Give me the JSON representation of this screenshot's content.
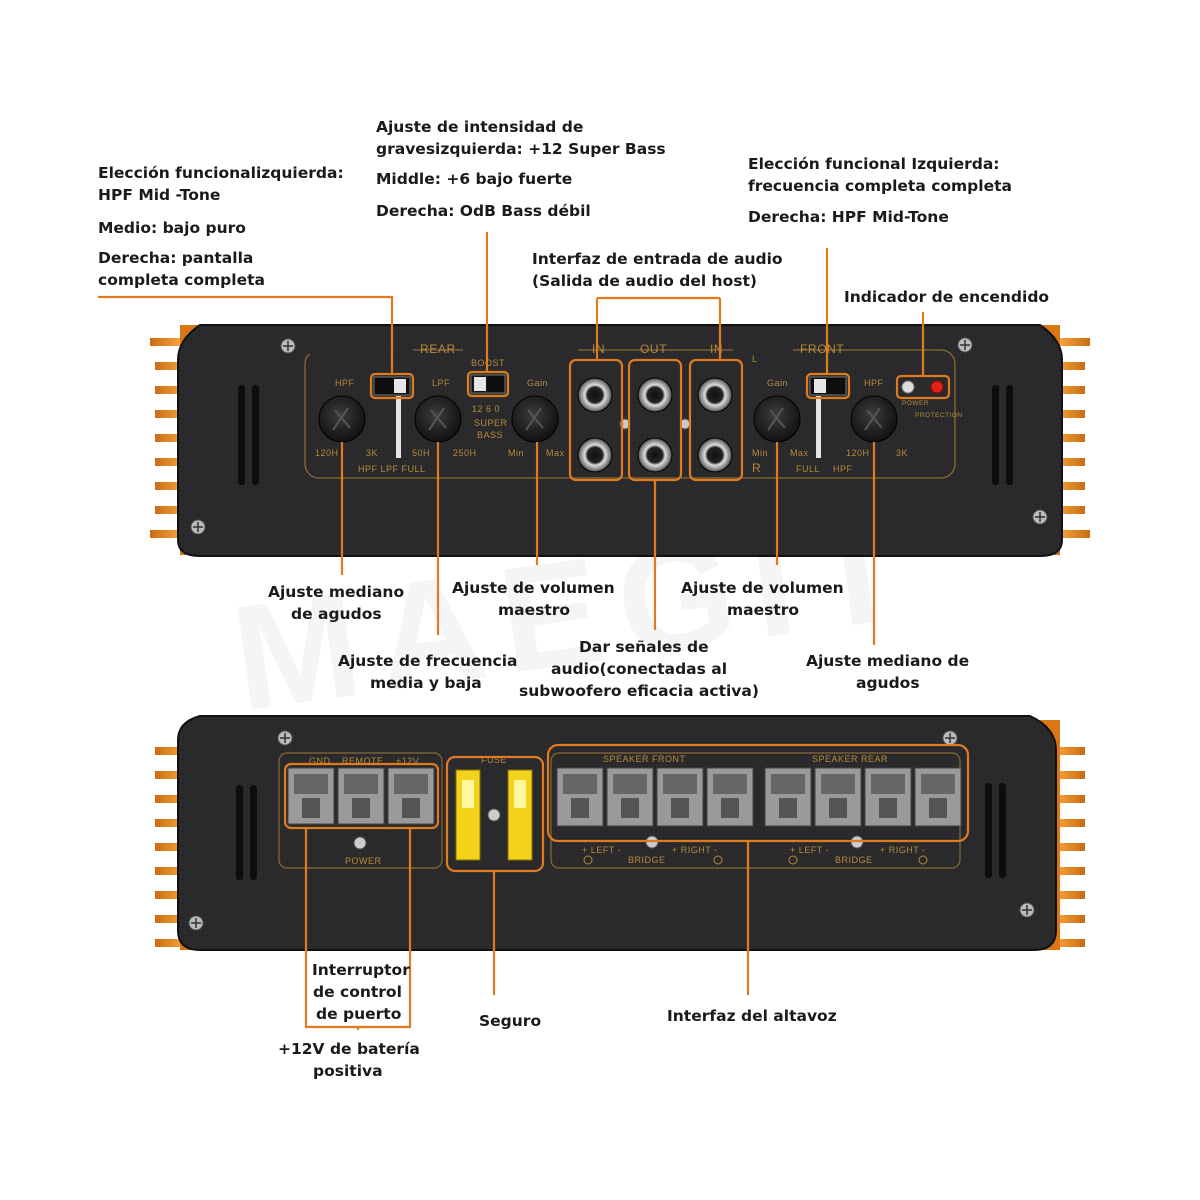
{
  "watermark": "MAEGIT",
  "colors": {
    "accent": "#e07b1f",
    "chassis": "#2b2b2d",
    "fin": "#e8891f",
    "panel_text": "#b8893a",
    "led_red": "#e0221a"
  },
  "top_panel": {
    "rear": "REAR",
    "front": "FRONT",
    "in_left": "IN",
    "out": "OUT",
    "in_right": "IN",
    "l": "L",
    "r": "R",
    "boost": "BOOST",
    "hpf_knob": "HPF",
    "lpf_knob": "LPF",
    "gain_rear": "Gain",
    "gain_front": "Gain",
    "hpf_front": "HPF",
    "rear_hpf_min": "120H",
    "rear_hpf_max": "3K",
    "rear_lpf_min": "50H",
    "rear_lpf_max": "250H",
    "rear_gain_min": "Min",
    "rear_gain_max": "Max",
    "front_gain_min": "Min",
    "front_gain_max": "Max",
    "front_hpf_min": "120H",
    "front_hpf_max": "3K",
    "hpf_lpf_full": "HPF  LPF FULL",
    "full_hpf": "FULL",
    "hpf_bottom": "HPF",
    "boost_values": "12 6 0",
    "super": "SUPER",
    "bass": "BASS",
    "power": "POWER",
    "protection": "PROTECTION"
  },
  "bottom_panel": {
    "gnd": "GND",
    "remote": "REMOTE",
    "plus12": "+12V",
    "power": "POWER",
    "fuse": "FUSE",
    "speaker_front": "SPEAKER  FRONT",
    "speaker_rear": "SPEAKER  REAR",
    "left": "+ LEFT -",
    "right": "+ RIGHT -",
    "bridge": "BRIDGE"
  },
  "annotations": {
    "rear_switch": [
      "Elección funcionalizquierda:",
      "HPF Mid -Tone",
      "Medio: bajo puro",
      "Derecha: pantalla",
      "completa completa"
    ],
    "boost": [
      "Ajuste de intensidad de",
      "gravesizquierda: +12 Super Bass",
      "Middle: +6 bajo fuerte",
      "Derecha: OdB Bass débil"
    ],
    "front_switch": [
      "Elección funcional Izquierda:",
      "frecuencia completa completa",
      "Derecha: HPF Mid-Tone"
    ],
    "audio_in": [
      "Interfaz de entrada de audio",
      "(Salida de audio del host)"
    ],
    "power_led": "Indicador de encendido",
    "rear_hpf": [
      "Ajuste mediano",
      "de agudos"
    ],
    "rear_gain": [
      "Ajuste de volumen",
      "maestro"
    ],
    "front_gain": [
      "Ajuste de volumen",
      "maestro"
    ],
    "rear_lpf": [
      "Ajuste de frecuencia",
      "media y baja"
    ],
    "audio_out": [
      "Dar señales de",
      "audio(conectadas al",
      "subwoofero eficacia activa)"
    ],
    "front_hpf": [
      "Ajuste mediano de",
      "agudos"
    ],
    "remote": [
      "Interruptor",
      "de control",
      "de puerto"
    ],
    "battery": [
      "+12V de batería",
      "positiva"
    ],
    "fuse": "Seguro",
    "speaker": "Interfaz del altavoz"
  }
}
